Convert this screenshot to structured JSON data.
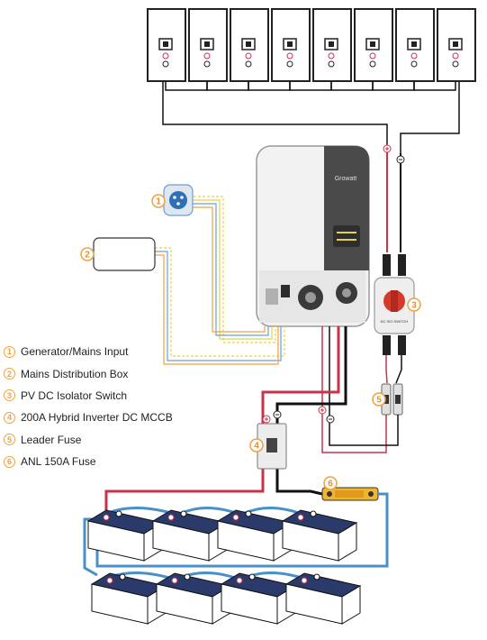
{
  "legend": [
    {
      "num": "1",
      "label": "Generator/Mains Input"
    },
    {
      "num": "2",
      "label": "Mains Distribution Box"
    },
    {
      "num": "3",
      "label": "PV DC Isolator Switch"
    },
    {
      "num": "4",
      "label": "200A Hybrid Inverter DC MCCB"
    },
    {
      "num": "5",
      "label": "Leader Fuse"
    },
    {
      "num": "6",
      "label": "ANL 150A Fuse"
    }
  ],
  "markers": {
    "m1": "1",
    "m2": "2",
    "m3": "3",
    "m4": "4",
    "m5": "5",
    "m6": "6"
  },
  "inverter_brand": "Growatt",
  "isolator_label": "DC ISO SWITCH",
  "colors": {
    "positive": "#c8324a",
    "negative": "#1a1a1a",
    "battery_link": "#4a90c8",
    "pv_frame": "#222222",
    "battery_body": "#2a3a6a",
    "marker": "#f0a040",
    "ac_orange": "#f0a040",
    "ac_yellow": "#e8d24a",
    "ac_blue": "#6a9fd0",
    "isolator_red": "#d63a2a",
    "fuse_yellow": "#f2b52e"
  },
  "icons": {
    "positive": "plus-sign",
    "negative": "minus-sign"
  }
}
